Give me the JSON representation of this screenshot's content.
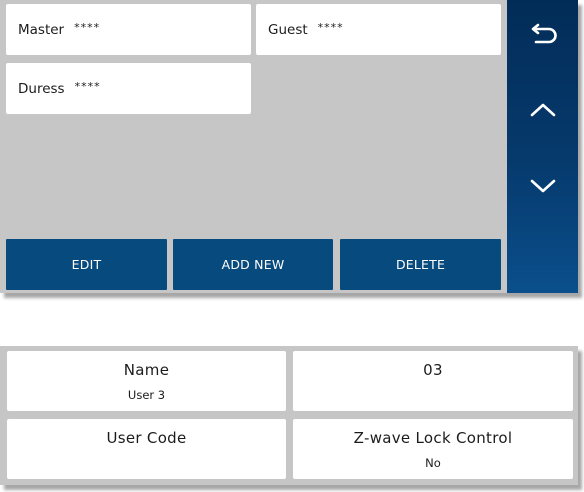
{
  "user_codes": {
    "items": [
      {
        "label": "Master",
        "mask": "****"
      },
      {
        "label": "Guest",
        "mask": "****"
      },
      {
        "label": "Duress",
        "mask": "****"
      }
    ]
  },
  "actions": {
    "edit_label": "EDIT",
    "add_new_label": "ADD NEW",
    "delete_label": "DELETE"
  },
  "nav": {
    "back_icon": "return-arrow-icon",
    "up_icon": "chevron-up-icon",
    "down_icon": "chevron-down-icon"
  },
  "user_detail": {
    "name_label": "Name",
    "name_value": "User 3",
    "number": "03",
    "user_code_label": "User Code",
    "user_code_value": "",
    "zwave_label": "Z-wave Lock Control",
    "zwave_value": "No"
  },
  "colors": {
    "panel_bg": "#c6c6c6",
    "button_blue": "#074a7d",
    "nav_dark": "#022c58"
  }
}
